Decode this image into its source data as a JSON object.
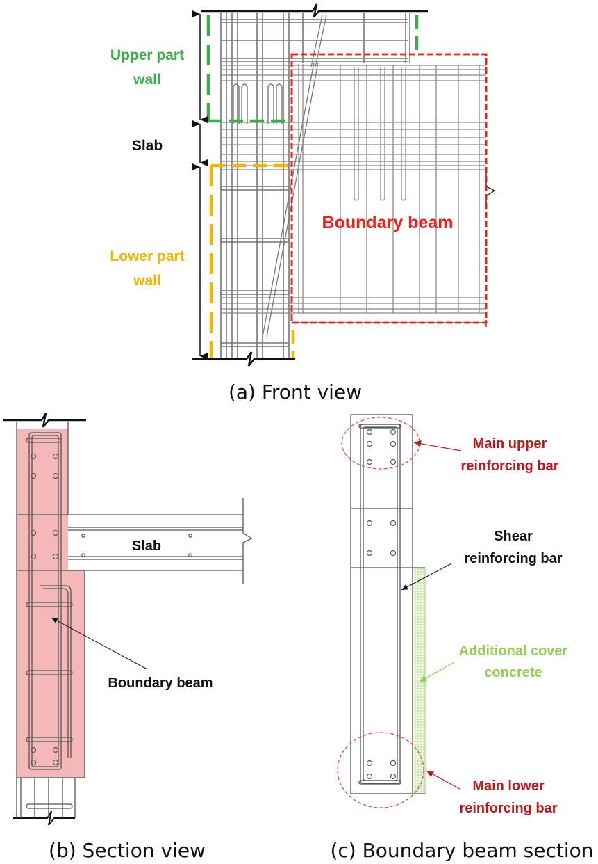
{
  "panel_a": {
    "caption": "(a) Front view",
    "labels": {
      "upper_wall_line1": "Upper part",
      "upper_wall_line2": "wall",
      "slab": "Slab",
      "lower_wall_line1": "Lower part",
      "lower_wall_line2": "wall",
      "boundary_beam": "Boundary beam"
    }
  },
  "panel_b": {
    "caption": "(b) Section view",
    "labels": {
      "slab": "Slab",
      "boundary_beam": "Boundary beam"
    }
  },
  "panel_c": {
    "caption": "(c) Boundary beam section",
    "labels": {
      "main_upper_line1": "Main upper",
      "main_upper_line2": "reinforcing bar",
      "shear_line1": "Shear",
      "shear_line2": "reinforcing bar",
      "cover_line1": "Additional cover",
      "cover_line2": "concrete",
      "main_lower_line1": "Main lower",
      "main_lower_line2": "reinforcing bar"
    }
  },
  "colors": {
    "upper_wall": "#3cad48",
    "lower_wall": "#f4b400",
    "boundary_beam": "#ff1a1a",
    "main_bar_callout": "#c0161c",
    "cover_concrete": "#92d050",
    "section_fill": "#f4b8b8"
  }
}
